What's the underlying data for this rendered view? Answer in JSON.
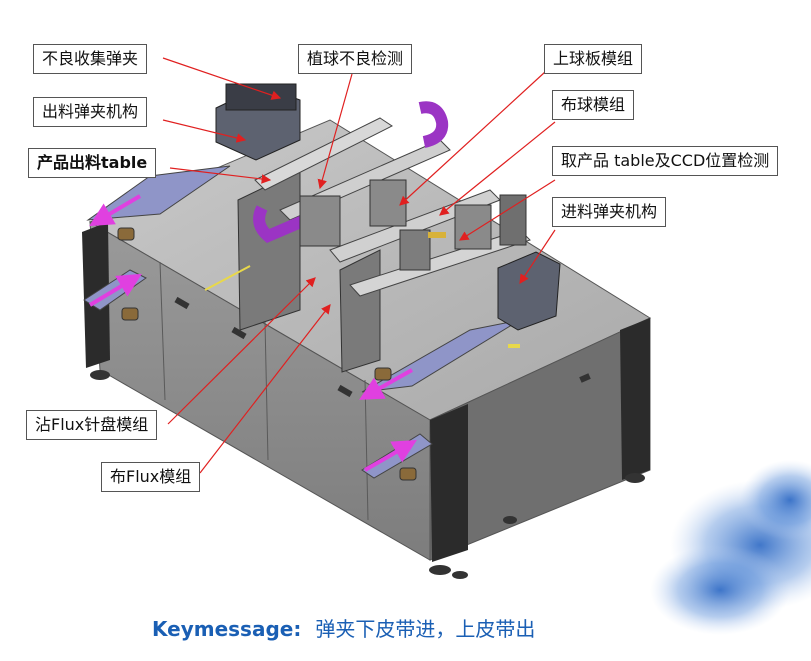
{
  "labels": {
    "reject_clip_collect": "不良收集弹夹",
    "ball_reject_check": "植球不良检测",
    "upper_ball_plate_module": "上球板模组",
    "outfeed_clip_mechanism": "出料弹夹机构",
    "ball_module": "布球模组",
    "product_outfeed_table": "产品出料table",
    "pick_table_ccd": "取产品 table及CCD位置检测",
    "infeed_clip_mechanism": "进料弹夹机构",
    "flux_pin_module": "沾Flux针盘模组",
    "flux_module": "布Flux模组"
  },
  "keymessage": {
    "label": "Keymessage:",
    "text": "弹夹下皮带进，上皮带出"
  },
  "colors": {
    "callout_line": "#e02020",
    "flow_arrow": "#e040e0",
    "keymessage": "#1a5fb4",
    "machine_body": "#8c8c8c",
    "table_top": "#b9b9b9",
    "belt": "#8f95c8",
    "cable_chain": "#9b34c4",
    "watercolor": "#2e6fc8"
  }
}
